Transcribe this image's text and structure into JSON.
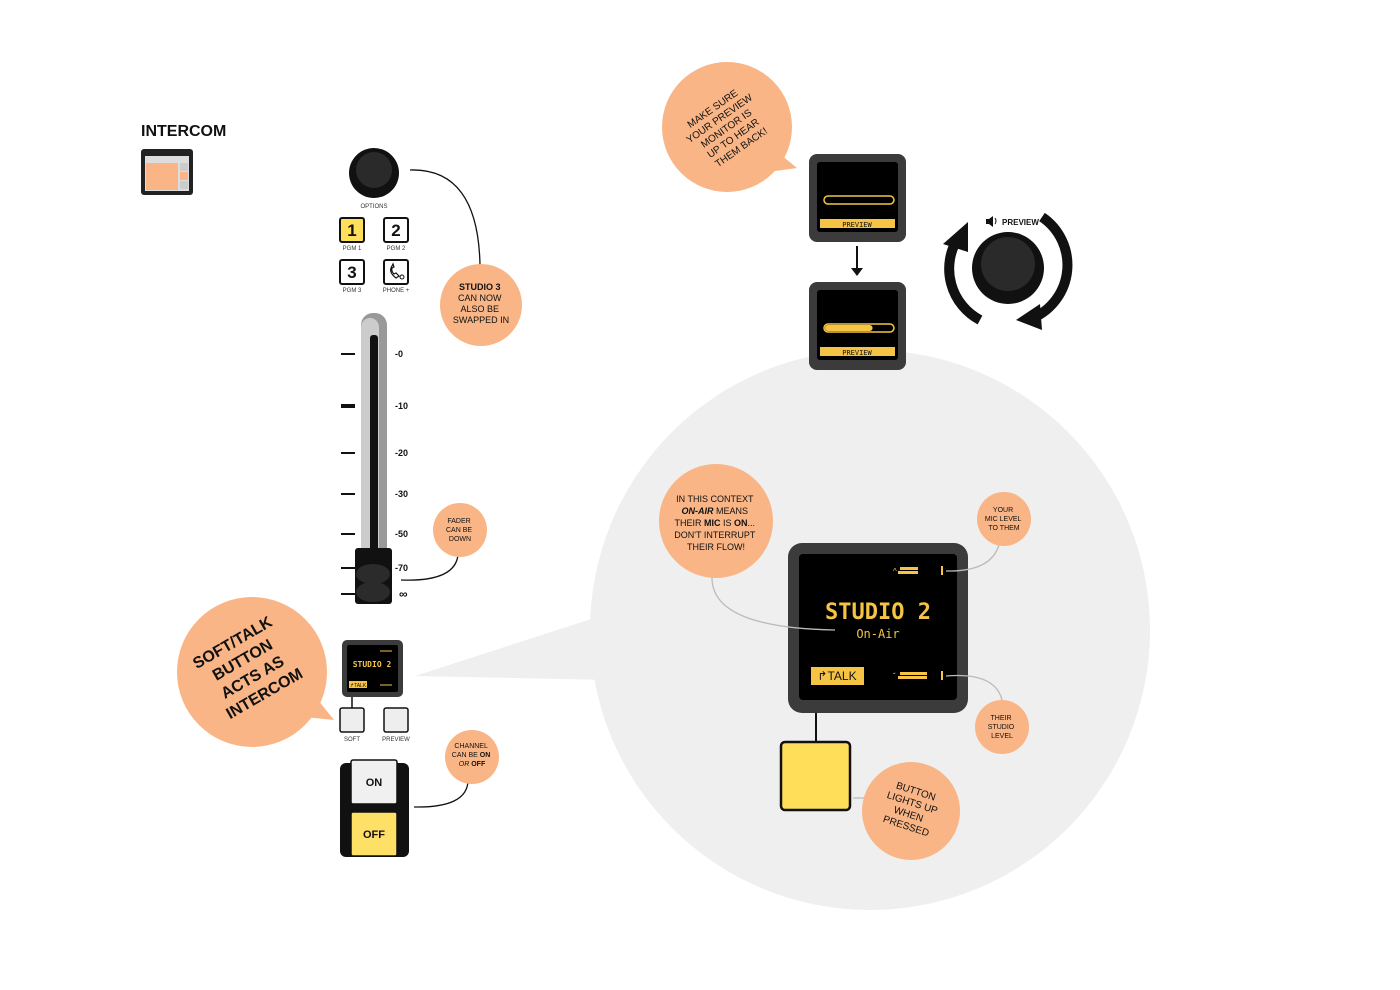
{
  "title": "INTERCOM",
  "options_label": "OPTIONS",
  "pgm_buttons": [
    {
      "num": "1",
      "label": "PGM 1",
      "active": true
    },
    {
      "num": "2",
      "label": "PGM 2",
      "active": false
    },
    {
      "num": "3",
      "label": "PGM 3",
      "active": false
    },
    {
      "num": "",
      "label": "PHONE +",
      "icon": "phone-plus-icon",
      "active": false
    }
  ],
  "fader_scale": [
    "-0",
    "-10",
    "-20",
    "-30",
    "-50",
    "-70",
    "∞"
  ],
  "mini_display": {
    "name": "STUDIO 2",
    "talk": "↱TALK"
  },
  "soft_label": "SOFT",
  "preview_label": "PREVIEW",
  "on_label": "ON",
  "off_label": "OFF",
  "callouts": {
    "studio3": [
      "STUDIO 3",
      "CAN NOW",
      "ALSO BE",
      "SWAPPED IN"
    ],
    "fader": [
      "FADER",
      "CAN BE",
      "DOWN"
    ],
    "channel": {
      "line1": "CHANNEL",
      "line2_a": "CAN BE ",
      "line2_b": "ON",
      "line3_a": "OR ",
      "line3_b": "OFF"
    },
    "softtalk": [
      "SOFT/TALK",
      "BUTTON",
      "ACTS AS",
      "INTERCOM"
    ],
    "preview_monitor": [
      "MAKE SURE",
      "YOUR PREVIEW",
      "MONITOR IS",
      "UP TO HEAR",
      "THEM BACK!"
    ],
    "onair": {
      "l1": "IN THIS CONTEXT",
      "l2_a": "ON-AIR",
      "l2_b": " MEANS",
      "l3_a": "THEIR ",
      "l3_b": "MIC",
      "l3_c": " IS ",
      "l3_d": "ON",
      "l3_e": "...",
      "l4": "DON'T INTERRUPT",
      "l5": "THEIR FLOW!"
    },
    "mic_level": [
      "YOUR",
      "MIC LEVEL",
      "TO THEM"
    ],
    "studio_level": [
      "THEIR",
      "STUDIO",
      "LEVEL"
    ],
    "button_lights": [
      "BUTTON",
      "LIGHTS UP",
      "WHEN",
      "PRESSED"
    ]
  },
  "preview_displays": [
    {
      "label": "PREVIEW",
      "level": 0.0
    },
    {
      "label": "PREVIEW",
      "level": 0.7
    }
  ],
  "preview_knob_label": "PREVIEW",
  "big_display": {
    "name": "STUDIO 2",
    "status": "On-Air",
    "talk": "↱TALK"
  },
  "colors": {
    "callout": "#f9b585",
    "accent_yellow": "#ffde59",
    "display_text": "#f6c445",
    "bubble_bg": "#efefef",
    "dark": "#222222"
  }
}
